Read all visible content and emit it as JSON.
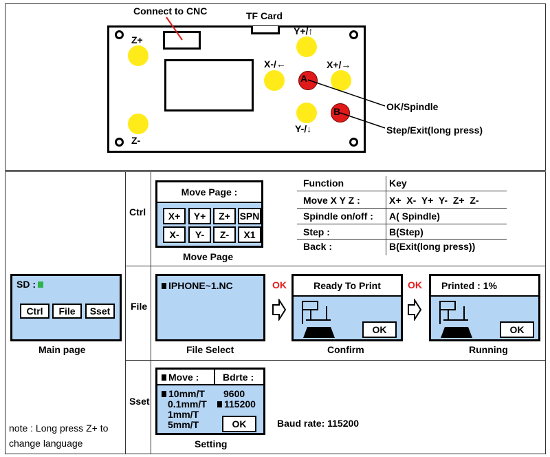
{
  "board": {
    "connect_label": "Connect to CNC",
    "tf_label": "TF Card",
    "zplus": "Z+",
    "zminus": "Z-",
    "yplus": "Y+/↑",
    "yminus": "Y-/↓",
    "xminus": "X-/←",
    "xplus": "X+/→",
    "a_key": "A",
    "b_key": "B",
    "ok_spindle": "OK/Spindle",
    "step_exit": "Step/Exit(long press)"
  },
  "colors": {
    "lcd": "#b5d5f5",
    "yellow_key": "#ffeb1a",
    "red_key": "#e01a1a",
    "sd_status": "#2db34a",
    "ok_arrow_text": "#e51c1c"
  },
  "main_page": {
    "sd_label": "SD :",
    "buttons": [
      "Ctrl",
      "File",
      "Sset"
    ],
    "caption": "Main page",
    "note_line1": "note : Long press Z+ to",
    "note_line2": "change language"
  },
  "rows": {
    "ctrl": "Ctrl",
    "file": "File",
    "sset": "Sset"
  },
  "move_page": {
    "title": "Move Page :",
    "keys_row1": [
      "X+",
      "Y+",
      "Z+",
      "SPN"
    ],
    "keys_row2": [
      "X-",
      "Y-",
      "Z-",
      "X1"
    ],
    "caption": "Move Page"
  },
  "function_table": {
    "headers": [
      "Function",
      "Key"
    ],
    "rows": [
      [
        "Move X Y Z :",
        "X+  X-  Y+  Y-  Z+  Z-"
      ],
      [
        "Spindle on/off :",
        "A( Spindle)"
      ],
      [
        "Step :",
        "B(Step)"
      ],
      [
        "Back :",
        "B(Exit(long press))"
      ]
    ]
  },
  "file_select": {
    "filename": "IPHONE~1.NC",
    "caption": "File Select"
  },
  "ok_text": "OK",
  "confirm": {
    "title": "Ready To Print",
    "ok": "OK",
    "caption": "Confirm"
  },
  "running": {
    "title": "Printed : 1%",
    "ok": "OK",
    "caption": "Running"
  },
  "setting": {
    "move_header": "Move :",
    "baud_header": "Bdrte :",
    "moves": [
      "10mm/T",
      "0.1mm/T",
      "1mm/T",
      "5mm/T"
    ],
    "bauds": [
      "9600",
      "115200"
    ],
    "ok": "OK",
    "caption": "Setting",
    "baud_note": "Baud rate: 115200"
  }
}
